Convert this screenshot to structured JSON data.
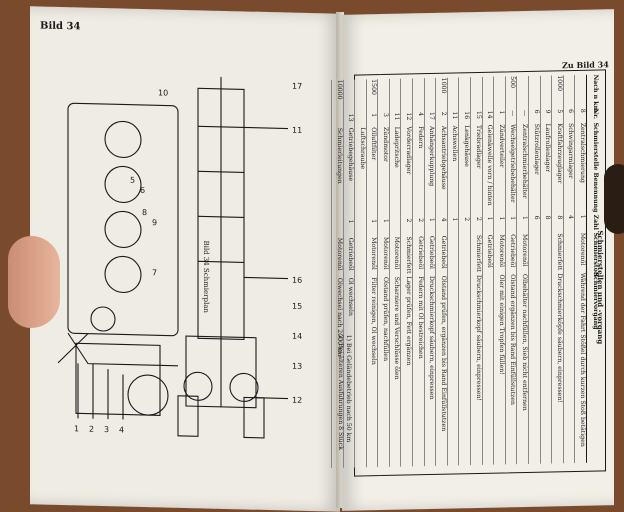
{
  "left_page": {
    "heading": "Bild 34",
    "figure_caption": "Bild 34 Schmierplan",
    "callout_numbers": [
      "1",
      "2",
      "3",
      "4",
      "5",
      "6",
      "7",
      "8",
      "9",
      "10",
      "11",
      "12",
      "13",
      "14",
      "15",
      "16",
      "17"
    ]
  },
  "right_page": {
    "heading": "Zu Bild 34",
    "table_title": "Schmierstellen und -vorgang",
    "columns": [
      "Nach n km",
      "Nr.",
      "Schmierstelle Benennung",
      "Zahl",
      "Schmierstoff",
      "Schmiervorgang"
    ],
    "rows": [
      {
        "km": "",
        "nr": "8",
        "name": "Zentralschmierung",
        "count": "1",
        "lube": "Motorenöl",
        "proc": "Während der Fahrt Stößel durch kurzen Stoß betätigen"
      },
      {
        "km": "",
        "nr": "6",
        "name": "Schwingarmlager",
        "count": "4",
        "lube": "",
        "proc": ""
      },
      {
        "km": "1000",
        "nr": "5",
        "name": "Kraftfahrzeuglager",
        "count": "8",
        "lube": "Schmierfett",
        "proc": "Druckschmierköpfe säubern, einpressen!"
      },
      {
        "km": "",
        "nr": "9",
        "name": "Laufrollenlager",
        "count": "8",
        "lube": "",
        "proc": ""
      },
      {
        "km": "",
        "nr": "6",
        "name": "Stützrollenlager",
        "count": "6",
        "lube": "",
        "proc": ""
      },
      {
        "km": "",
        "nr": "—",
        "name": "Zentralschmierbehälter",
        "count": "1",
        "lube": "Motorenöl",
        "proc": "Ölbehälter nachfüllen, Sieb nicht entfernen"
      },
      {
        "km": "500",
        "nr": "—",
        "name": "Wechselgetriebebehälter",
        "count": "1",
        "lube": "Getriebeöl",
        "proc": "Ölstand ergänzen bis Rand Einfüllstutzen"
      },
      {
        "km": "",
        "nr": "1",
        "name": "Zündverteiler",
        "count": "1",
        "lube": "Motorenöl",
        "proc": "Öler mit einigen Tropfen füllen!"
      },
      {
        "km": "",
        "nr": "14",
        "name": "Gelenkwelle vorn / hinten",
        "count": "1",
        "lube": "Getriebeöl",
        "proc": ""
      },
      {
        "km": "",
        "nr": "15",
        "name": "Triebradlager",
        "count": "2",
        "lube": "Schmierfett",
        "proc": "Druckschmierkopf säubern, einpressen!"
      },
      {
        "km": "",
        "nr": "16",
        "name": "Lenkgehäuse",
        "count": "2",
        "lube": "",
        "proc": ""
      },
      {
        "km": "",
        "nr": "11",
        "name": "Achswellen",
        "count": "1",
        "lube": "",
        "proc": ""
      },
      {
        "km": "1000",
        "nr": "2",
        "name": "Achsantriebgehäuse",
        "count": "4",
        "lube": "Getriebeöl",
        "proc": "Ölstand prüfen, ergänzen bis Rand Einfüllstutzen"
      },
      {
        "km": "",
        "nr": "17",
        "name": "Anhängerkupplung",
        "count": "1",
        "lube": "Getriebeöl",
        "proc": "Druckschmierkopf säubern, einpressen"
      },
      {
        "km": "",
        "nr": "4",
        "name": "Federn",
        "count": "2",
        "lube": "Getriebeöl",
        "proc": "Federn mit Öl bestreichen"
      },
      {
        "km": "",
        "nr": "12",
        "name": "Vorderradlager",
        "count": "2",
        "lube": "Schmierfett",
        "proc": "Lager prüfen, Fett ergänzen"
      },
      {
        "km": "",
        "nr": "11",
        "name": "Ladepritsche",
        "count": "",
        "lube": "Motorenöl",
        "proc": "Scharniere und Verschlüsse ölen"
      },
      {
        "km": "",
        "nr": "3",
        "name": "Zündmotor",
        "count": "1",
        "lube": "Motorenöl",
        "proc": "Ölstand prüfen, nachfüllen"
      },
      {
        "km": "1500",
        "nr": "1",
        "name": "Ölluftfilter",
        "count": "1",
        "lube": "Motorenöl",
        "proc": "Filter reinigen, Öl wechseln"
      },
      {
        "km": "",
        "nr": "",
        "name": "Luftschraube",
        "count": "",
        "lube": "",
        "proc": ""
      },
      {
        "km": "",
        "nr": "13",
        "name": "Getriebegehäuse",
        "count": "1",
        "lube": "Getriebeöl",
        "proc": "Öl wechseln"
      },
      {
        "km": "10000",
        "nr": "",
        "name": "Schmierleitungen",
        "count": "",
        "lube": "Motorenöl",
        "proc": "Ölwechsel nach 2000 km"
      }
    ],
    "footnotes": [
      "1) Bei Geländebetrieb nach 50 km",
      "2) Bei älteren Ausführungen 8 Stück"
    ]
  },
  "colors": {
    "page": "#efece4",
    "ink": "#1a1a1a",
    "background": "#7a4a2c"
  }
}
